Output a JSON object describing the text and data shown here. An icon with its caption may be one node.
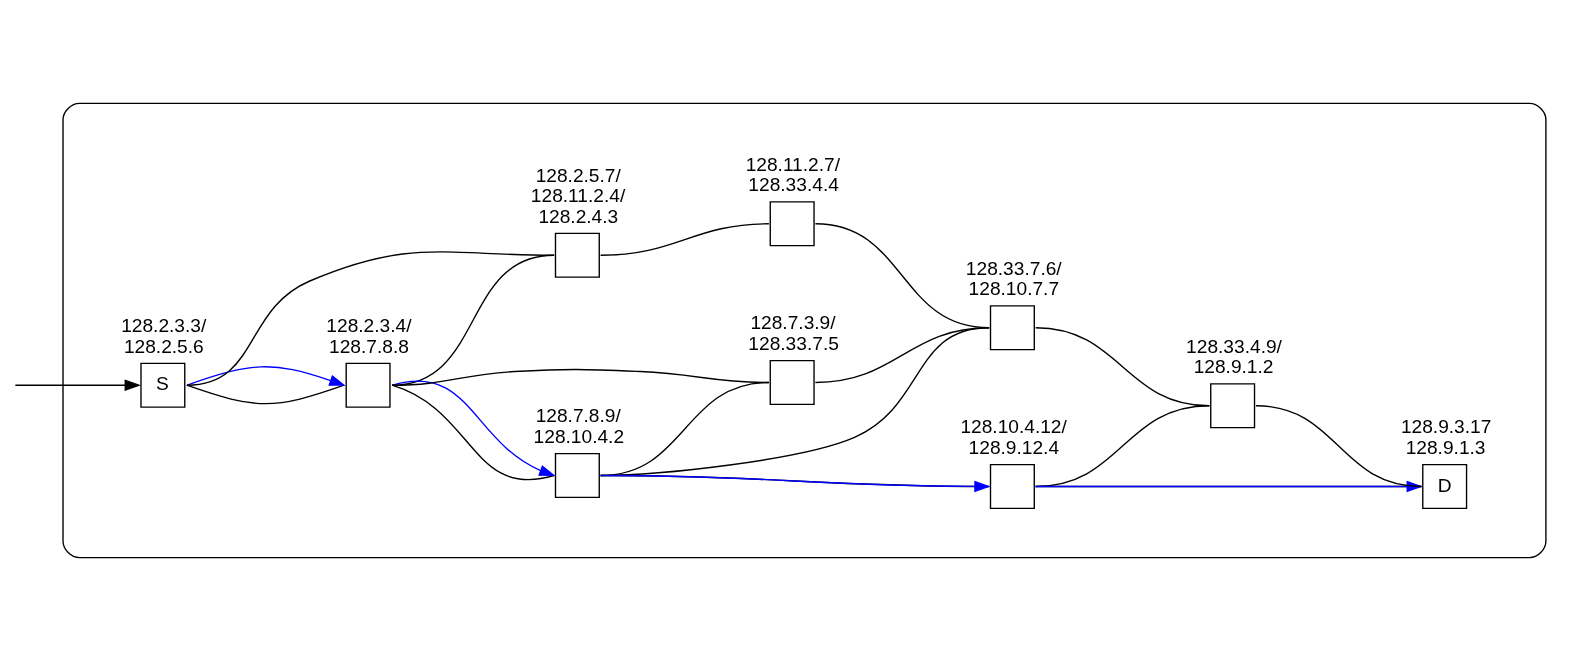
{
  "diagram": {
    "nodes": [
      {
        "text": [],
        "shape": "box"
      },
      {
        "text": [
          "S"
        ],
        "in": 0,
        "beside": [
          "128.2.3.3/ 128.2.5.6"
        ]
      },
      {
        "text": [],
        "shape": "box",
        "in": 0,
        "beside": [
          "128.2.3.4/ 128.7.8.8"
        ]
      },
      {
        "text": [],
        "shape": "box",
        "in": 0,
        "beside": [
          "128.2.5.7/ 128.11.2.4/ 128.2.4.3"
        ]
      },
      {
        "text": [],
        "shape": "box",
        "in": 0,
        "beside": [
          "128.7.8.9/ 128.10.4.2"
        ]
      },
      {
        "text": [],
        "shape": "box",
        "in": 0,
        "beside": [
          "128.7.3.9/ 128.33.7.5"
        ]
      },
      {
        "text": [],
        "shape": "box",
        "in": 0,
        "beside": [
          "128.33.7.6/ 128.10.7.7"
        ]
      },
      {
        "text": [],
        "shape": "box",
        "in": 0,
        "beside": [
          "128.11.2.7/ 128.33.4.4"
        ]
      },
      {
        "text": [],
        "shape": "box",
        "in": 0,
        "beside": [
          "128.10.4.12/ 128.9.12.4"
        ]
      },
      {
        "text": [],
        "shape": "box",
        "in": 0,
        "beside": [
          "128.33.4.9/ 128.9.1.2"
        ]
      },
      {
        "text": [
          "D"
        ],
        "in": 0,
        "beside": [
          "128.9.3.17 128.9.1.3"
        ]
      }
    ],
    "edges": [
      {
        "from": null,
        "to": 1,
        "arrow": "to"
      },
      {
        "from": 1,
        "to": 2,
        "arrow": "none"
      },
      {
        "from": 1,
        "to": 2,
        "arrow": "to",
        "color": "#0000ff"
      },
      {
        "from": 1,
        "to": 3,
        "arrow": "none"
      },
      {
        "from": 2,
        "to": 3,
        "arrow": "none"
      },
      {
        "from": 2,
        "to": 4,
        "arrow": "none"
      },
      {
        "from": 2,
        "to": 4,
        "arrow": "to",
        "color": "#0000ff"
      },
      {
        "from": 2,
        "to": 5,
        "arrow": "none"
      },
      {
        "from": 4,
        "to": 5,
        "arrow": "none"
      },
      {
        "from": 4,
        "to": 6,
        "arrow": "none"
      },
      {
        "from": 5,
        "to": 6,
        "arrow": "none"
      },
      {
        "from": 3,
        "to": 7,
        "arrow": "none"
      },
      {
        "from": 7,
        "to": 6,
        "arrow": "none"
      },
      {
        "from": 4,
        "to": 8,
        "arrow": "none"
      },
      {
        "from": 4,
        "to": 8,
        "arrow": "to",
        "color": "#0000ff"
      },
      {
        "from": 8,
        "to": 10,
        "arrow": "none"
      },
      {
        "from": 8,
        "to": 10,
        "arrow": "to",
        "color": "#0000ff"
      },
      {
        "from": 8,
        "to": 9,
        "arrow": "none"
      },
      {
        "from": 6,
        "to": 9,
        "arrow": "none"
      },
      {
        "from": 9,
        "to": 10,
        "arrow": "none"
      }
    ]
  }
}
